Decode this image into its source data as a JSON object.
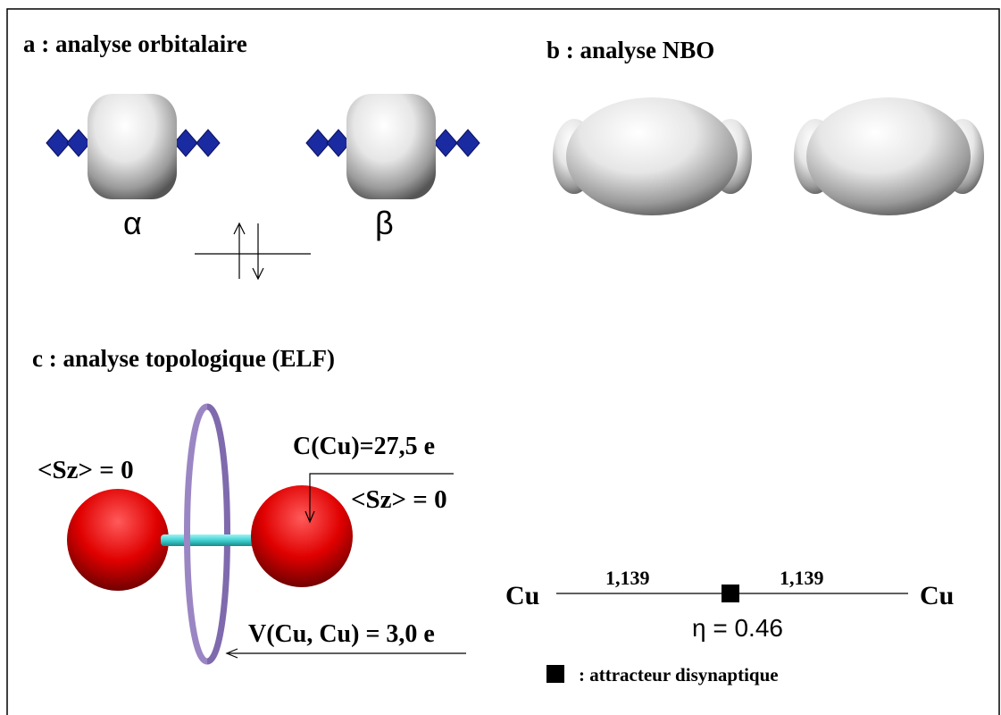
{
  "panels": {
    "a": {
      "title": "a : analyse orbitalaire",
      "alpha_label": "α",
      "beta_label": "β"
    },
    "b": {
      "title": "b : analyse NBO"
    },
    "c": {
      "title": "c : analyse topologique (ELF)",
      "left_spin": "<Sz> = 0",
      "core_population": "C(Cu)=27,5 e",
      "right_spin": "<Sz> = 0",
      "valence_population": "V(Cu, Cu) = 3,0 e"
    }
  },
  "bond_diagram": {
    "left_atom": "Cu",
    "right_atom": "Cu",
    "left_value": "1,139",
    "right_value": "1,139",
    "eta": "η = 0.46",
    "legend": ": attracteur disynaptique"
  },
  "colors": {
    "atom_sphere": "#e00000",
    "bond_rod": "#40d0d0",
    "elf_ring": "#9b86c4",
    "orbital_lobe": "#1a2aa0",
    "isosurface": "#e8e8e8"
  }
}
